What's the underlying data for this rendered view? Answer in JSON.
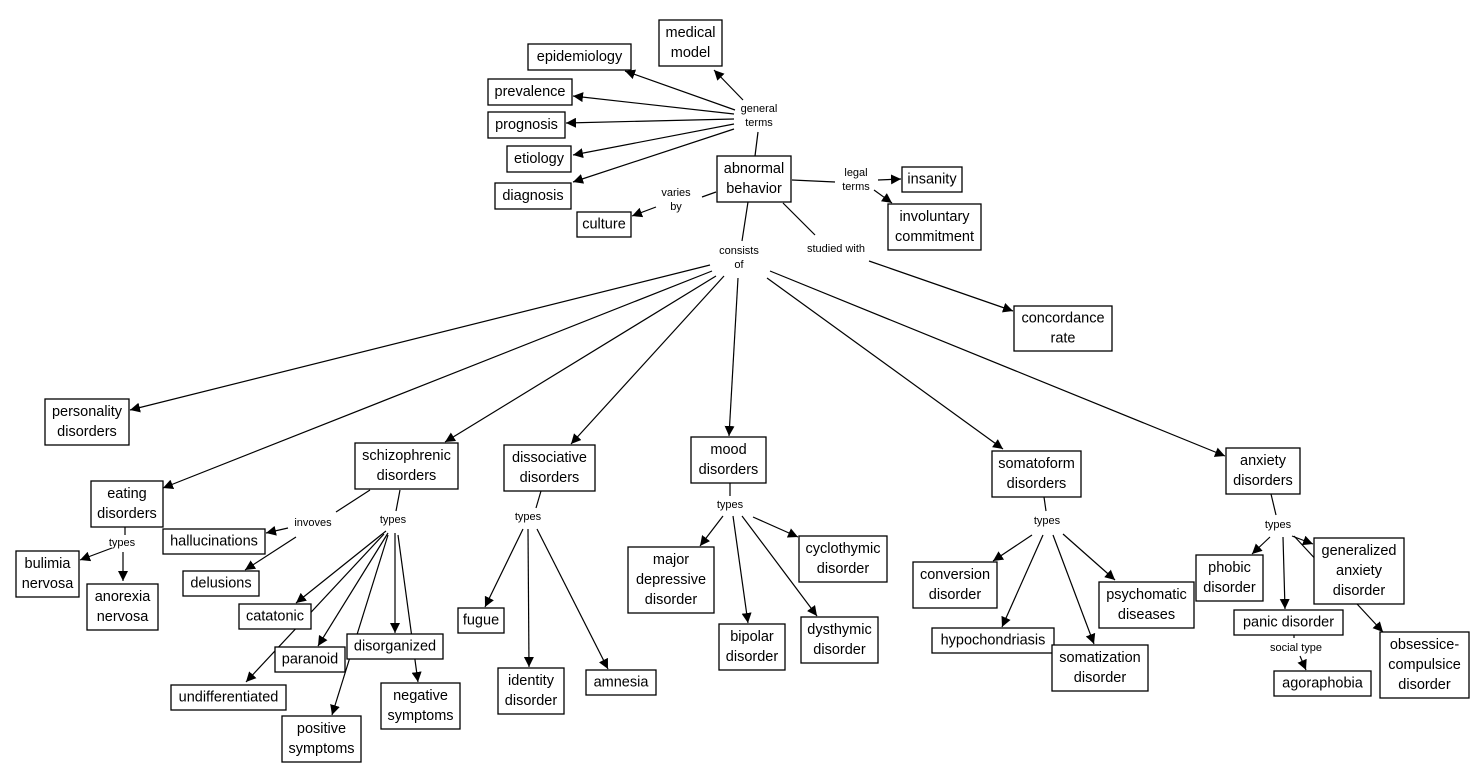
{
  "concepts": {
    "medical_model": [
      "medical",
      "model"
    ],
    "epidemiology": [
      "epidemiology"
    ],
    "prevalence": [
      "prevalence"
    ],
    "prognosis": [
      "prognosis"
    ],
    "etiology": [
      "etiology"
    ],
    "diagnosis": [
      "diagnosis"
    ],
    "culture": [
      "culture"
    ],
    "abnormal_behavior": [
      "abnormal",
      "behavior"
    ],
    "insanity": [
      "insanity"
    ],
    "involuntary_commitment": [
      "involuntary",
      "commitment"
    ],
    "concordance_rate": [
      "concordance",
      "rate"
    ],
    "personality_disorders": [
      "personality",
      "disorders"
    ],
    "eating_disorders": [
      "eating",
      "disorders"
    ],
    "bulimia_nervosa": [
      "bulimia",
      "nervosa"
    ],
    "anorexia_nervosa": [
      "anorexia",
      "nervosa"
    ],
    "schizophrenic_disorders": [
      "schizophrenic",
      "disorders"
    ],
    "hallucinations": [
      "hallucinations"
    ],
    "delusions": [
      "delusions"
    ],
    "catatonic": [
      "catatonic"
    ],
    "paranoid": [
      "paranoid"
    ],
    "disorganized": [
      "disorganized"
    ],
    "undifferentiated": [
      "undifferentiated"
    ],
    "negative_symptoms": [
      "negative",
      "symptoms"
    ],
    "positive_symptoms": [
      "positive",
      "symptoms"
    ],
    "dissociative_disorders": [
      "dissociative",
      "disorders"
    ],
    "fugue": [
      "fugue"
    ],
    "identity_disorder": [
      "identity",
      "disorder"
    ],
    "amnesia": [
      "amnesia"
    ],
    "mood_disorders": [
      "mood",
      "disorders"
    ],
    "major_depressive_disorder": [
      "major",
      "depressive",
      "disorder"
    ],
    "bipolar_disorder": [
      "bipolar",
      "disorder"
    ],
    "cyclothymic_disorder": [
      "cyclothymic",
      "disorder"
    ],
    "dysthymic_disorder": [
      "dysthymic",
      "disorder"
    ],
    "somatoform_disorders": [
      "somatoform",
      "disorders"
    ],
    "conversion_disorder": [
      "conversion",
      "disorder"
    ],
    "hypochondriasis": [
      "hypochondriasis"
    ],
    "somatization_disorder": [
      "somatization",
      "disorder"
    ],
    "psychomatic_diseases": [
      "psychomatic",
      "diseases"
    ],
    "anxiety_disorders": [
      "anxiety",
      "disorders"
    ],
    "phobic_disorder": [
      "phobic",
      "disorder"
    ],
    "generalized_anxiety_disorder": [
      "generalized",
      "anxiety",
      "disorder"
    ],
    "panic_disorder": [
      "panic disorder"
    ],
    "agoraphobia": [
      "agoraphobia"
    ],
    "obsessive_compulsive_disorder": [
      "obsessice-",
      "compulsice",
      "disorder"
    ]
  },
  "linking_phrases": {
    "general_terms": [
      "general",
      "terms"
    ],
    "legal_terms": [
      "legal",
      "terms"
    ],
    "varies_by": [
      "varies",
      "by"
    ],
    "consists_of": [
      "consists",
      "of"
    ],
    "studied_with": [
      "studied with"
    ],
    "eating_types": [
      "types"
    ],
    "schizo_invoves": [
      "invoves"
    ],
    "schizo_types": [
      "types"
    ],
    "dissoc_types": [
      "types"
    ],
    "mood_types": [
      "types"
    ],
    "somato_types": [
      "types"
    ],
    "anxiety_types": [
      "types"
    ],
    "panic_social_type": [
      "social type"
    ]
  }
}
